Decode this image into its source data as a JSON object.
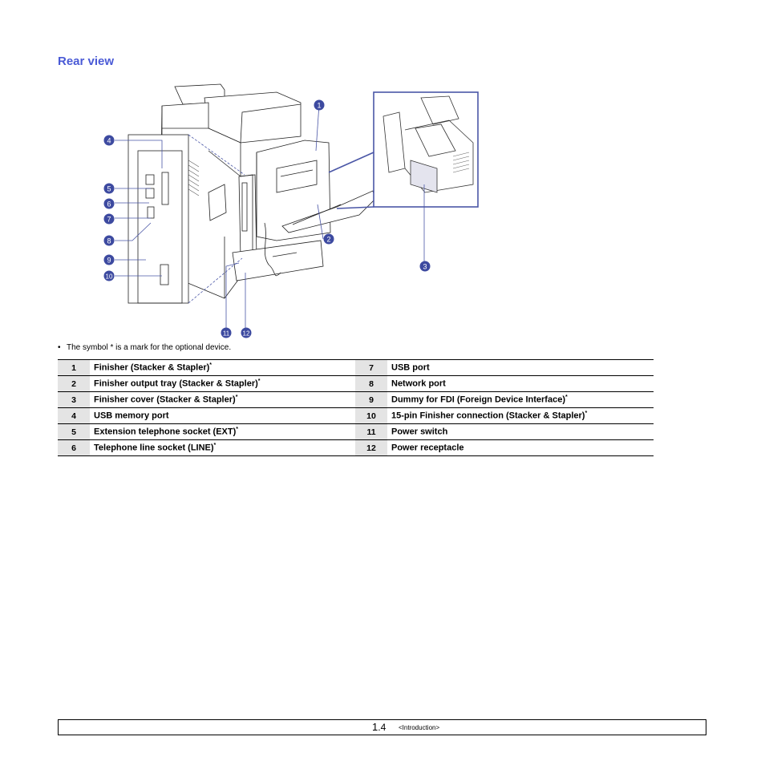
{
  "heading": "Rear view",
  "figure": {
    "callouts": [
      "1",
      "2",
      "3",
      "4",
      "5",
      "6",
      "7",
      "8",
      "9",
      "10",
      "11",
      "12"
    ],
    "accent_color": "#4a56a6",
    "callout_color": "#3d4aa0"
  },
  "note": {
    "bullet": "•",
    "text": "The symbol * is a mark for the optional device."
  },
  "parts": [
    {
      "num_left": "1",
      "label_left": "Finisher (Stacker & Stapler)",
      "opt_left": "*",
      "num_right": "7",
      "label_right": "USB port",
      "opt_right": ""
    },
    {
      "num_left": "2",
      "label_left": "Finisher output tray (Stacker & Stapler)",
      "opt_left": "*",
      "num_right": "8",
      "label_right": "Network port",
      "opt_right": ""
    },
    {
      "num_left": "3",
      "label_left": "Finisher cover (Stacker & Stapler)",
      "opt_left": "*",
      "num_right": "9",
      "label_right": "Dummy for FDI (Foreign Device Interface)",
      "opt_right": "*"
    },
    {
      "num_left": "4",
      "label_left": "USB memory port",
      "opt_left": "",
      "num_right": "10",
      "label_right": "15-pin Finisher connection (Stacker & Stapler)",
      "opt_right": "*"
    },
    {
      "num_left": "5",
      "label_left": "Extension telephone socket (EXT)",
      "opt_left": "*",
      "num_right": "11",
      "label_right": "Power switch",
      "opt_right": ""
    },
    {
      "num_left": "6",
      "label_left": "Telephone line socket (LINE)",
      "opt_left": "*",
      "num_right": "12",
      "label_right": "Power receptacle",
      "opt_right": ""
    }
  ],
  "footer": {
    "page_major": "1",
    "page_minor": ".4",
    "section": "<Introduction>"
  }
}
